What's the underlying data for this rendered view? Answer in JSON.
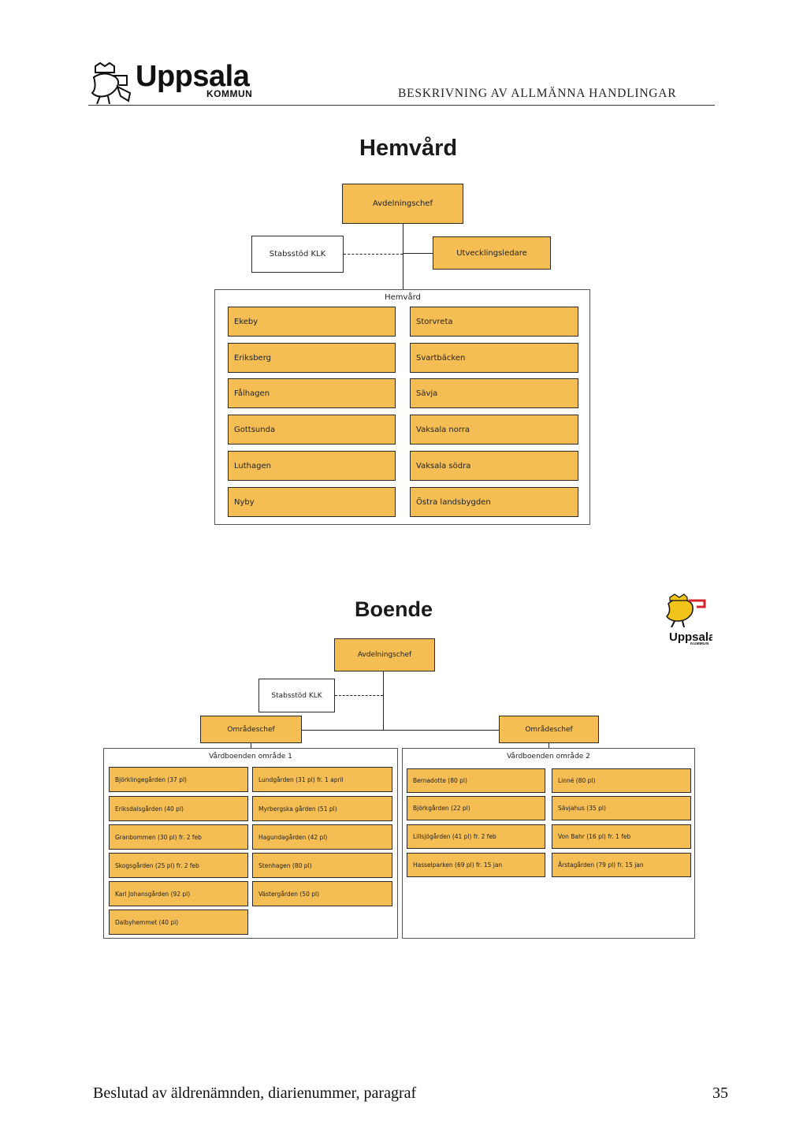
{
  "header": {
    "logo_text": "Uppsala",
    "logo_subtext": "KOMMUN",
    "doc_title": "BESKRIVNING AV ALLMÄNNA HANDLINGAR"
  },
  "hemvard": {
    "title": "Hemvård",
    "chief": "Avdelningschef",
    "staff": "Stabsstöd KLK",
    "developer": "Utvecklingsledare",
    "group_label": "Hemvård",
    "left_units": [
      "Ekeby",
      "Eriksberg",
      "Fålhagen",
      "Gottsunda",
      "Luthagen",
      "Nyby"
    ],
    "right_units": [
      "Storvreta",
      "Svartbäcken",
      "Sävja",
      "Vaksala norra",
      "Vaksala södra",
      "Östra landsbygden"
    ]
  },
  "boende": {
    "title": "Boende",
    "chief": "Avdelningschef",
    "staff": "Stabsstöd KLK",
    "area1": {
      "manager": "Områdeschef",
      "label": "Vårdboenden område 1",
      "col1": [
        "Björklingegården (37 pl)",
        "Eriksdalsgården (40 pl)",
        "Granbommen (30 pl) fr. 2 feb",
        "Skogsgården (25 pl) fr. 2 feb",
        "Karl Johansgården (92 pl)",
        "Dalbyhemmet (40 pl)"
      ],
      "col2": [
        "Lundgården (31 pl) fr. 1 april",
        "Myrbergska gården (51 pl)",
        "Hagundagården (42 pl)",
        "Stenhagen (80 pl)",
        "Västergården (50 pl)"
      ]
    },
    "area2": {
      "manager": "Områdeschef",
      "label": "Vårdboenden område 2",
      "col1": [
        "Bernadotte (80 pl)",
        "Björkgården (22 pl)",
        "Lillsjögården (41 pl) fr. 2 feb",
        "Hasselparken (69 pl) fr. 15 jan"
      ],
      "col2": [
        "Linné (80 pl)",
        "Sävjahus (35 pl)",
        "Von Bahr (16 pl) fr. 1 feb",
        "Årstagården (79 pl) fr. 15 jan"
      ]
    }
  },
  "footer": {
    "text": "Beslutad av äldrenämnden, diarienummer, paragraf",
    "page_number": "35"
  },
  "colors": {
    "box_fill": "#f4be55",
    "logo_yellow": "#f2c318",
    "logo_red": "#d6262b"
  }
}
